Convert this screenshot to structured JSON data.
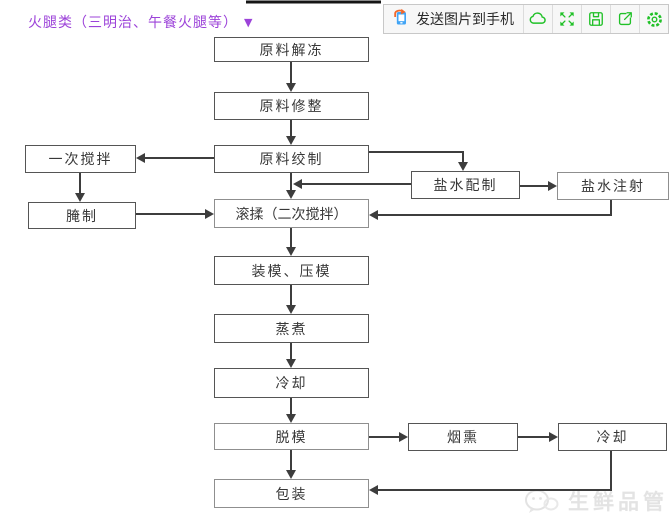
{
  "header": {
    "title": "火腿类（三明治、午餐火腿等）",
    "arrow": "▼"
  },
  "toolbar": {
    "send_button": {
      "label": "发送图片到手机",
      "icon": "phone-send-icon"
    },
    "icon_buttons": [
      {
        "icon": "cloud-icon"
      },
      {
        "icon": "fullscreen-icon"
      },
      {
        "icon": "save-icon"
      },
      {
        "icon": "share-icon"
      },
      {
        "icon": "settings-gear-icon"
      }
    ]
  },
  "flowchart": {
    "nodes": [
      {
        "id": "thaw",
        "label": "原料解冻"
      },
      {
        "id": "trim",
        "label": "原料修整"
      },
      {
        "id": "grind",
        "label": "原料绞制"
      },
      {
        "id": "first-stir",
        "label": "一次搅拌"
      },
      {
        "id": "cure",
        "label": "腌制"
      },
      {
        "id": "brine-prep",
        "label": "盐水配制"
      },
      {
        "id": "brine-inject",
        "label": "盐水注射"
      },
      {
        "id": "tumble",
        "label": "滚揉（二次搅拌）"
      },
      {
        "id": "mold-press",
        "label": "装模、压模"
      },
      {
        "id": "steam",
        "label": "蒸煮"
      },
      {
        "id": "cool-1",
        "label": "冷却"
      },
      {
        "id": "demold",
        "label": "脱模"
      },
      {
        "id": "smoke",
        "label": "烟熏"
      },
      {
        "id": "cool-2",
        "label": "冷却"
      },
      {
        "id": "pack",
        "label": "包装"
      }
    ]
  },
  "watermark": {
    "text": "生鲜品管"
  },
  "colors": {
    "header_text": "#9c43d9",
    "icon_green": "#21c128",
    "arrow_line": "#3d3d3d",
    "box_border": "#555555",
    "box_border_light": "#8f8f8f",
    "watermark": "#e3e3e3",
    "phone_blue": "#41a4f5",
    "phone_arrow_orange": "#f2682a"
  }
}
